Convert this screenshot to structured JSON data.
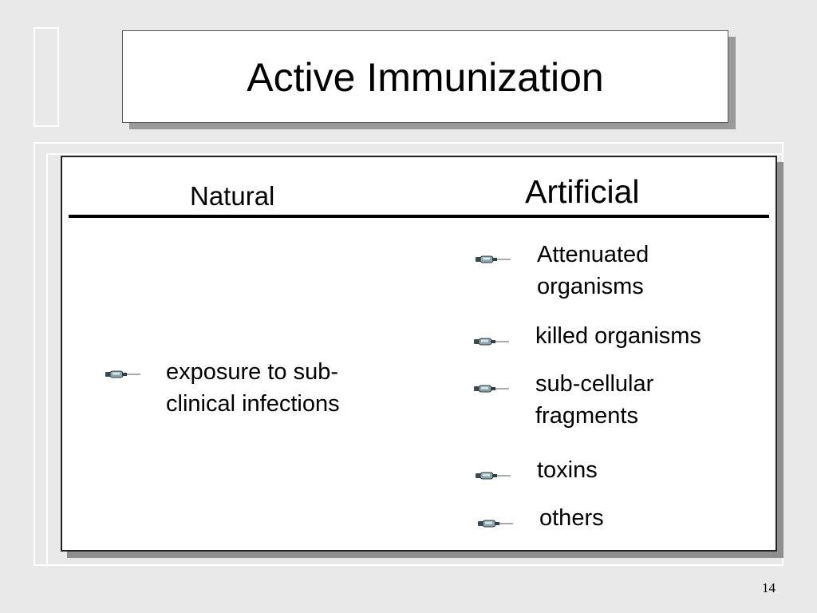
{
  "slide": {
    "title": "Active Immunization",
    "page_number": "14"
  },
  "columns": {
    "natural": {
      "heading": "Natural",
      "items": [
        {
          "line1": "exposure to sub-",
          "line2": "clinical infections"
        }
      ]
    },
    "artificial": {
      "heading": "Artificial",
      "items": [
        {
          "line1": "Attenuated",
          "line2": "organisms"
        },
        {
          "line1": "killed organisms",
          "line2": ""
        },
        {
          "line1": "sub-cellular",
          "line2": "fragments"
        },
        {
          "line1": "toxins",
          "line2": ""
        },
        {
          "line1": "others",
          "line2": ""
        }
      ]
    }
  },
  "icons": {
    "bullet": "syringe-icon"
  },
  "colors": {
    "background": "#e9e9e9",
    "box": "#ffffff",
    "shadow": "#8f8f8f",
    "syringe_body": "#6a7f86",
    "syringe_dark": "#2f3d44"
  }
}
